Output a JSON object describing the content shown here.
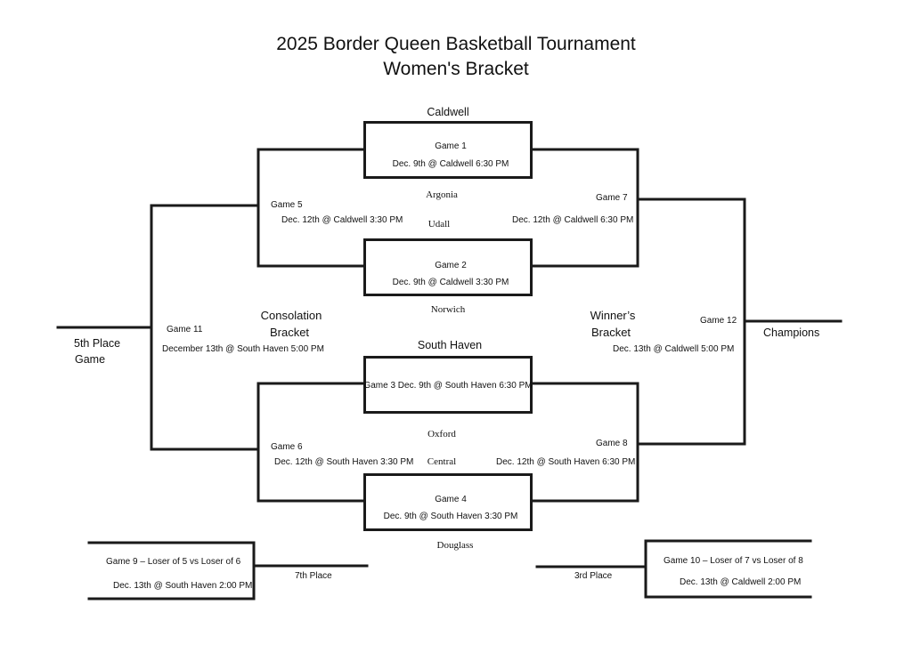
{
  "header": {
    "title_line1": "2025 Border Queen Basketball Tournament",
    "title_line2": "Women's Bracket"
  },
  "teams": {
    "caldwell": "Caldwell",
    "argonia": "Argonia",
    "udall": "Udall",
    "norwich": "Norwich",
    "south_haven": "South Haven",
    "oxford": "Oxford",
    "central": "Central",
    "douglass": "Douglass"
  },
  "games": {
    "game1": {
      "label": "Game 1",
      "detail": "Dec. 9th @ Caldwell 6:30 PM"
    },
    "game2": {
      "label": "Game 2",
      "detail": "Dec. 9th @ Caldwell 3:30 PM"
    },
    "game3": {
      "text": "Game 3 Dec. 9th @ South Haven 6:30 PM"
    },
    "game4": {
      "label": "Game 4",
      "detail": "Dec. 9th @ South Haven 3:30 PM"
    },
    "game5": {
      "label": "Game 5",
      "detail": "Dec. 12th @ Caldwell 3:30 PM"
    },
    "game6": {
      "label": "Game 6",
      "detail": "Dec. 12th @ South Haven 3:30 PM"
    },
    "game7": {
      "label": "Game 7",
      "detail": "Dec. 12th @ Caldwell 6:30 PM"
    },
    "game8": {
      "label": "Game 8",
      "detail": "Dec. 12th @ South Haven 6:30 PM"
    },
    "game9": {
      "label": "Game 9 – Loser of 5 vs Loser of 6",
      "detail": "Dec. 13th @ South Haven 2:00 PM"
    },
    "game10": {
      "label": "Game 10 – Loser of 7 vs Loser of 8",
      "detail": "Dec. 13th @ Caldwell 2:00 PM"
    },
    "game11": {
      "label": "Game 11",
      "detail": "December 13th @ South Haven 5:00 PM"
    },
    "game12": {
      "label": "Game 12",
      "detail": "Dec. 13th @ Caldwell 5:00 PM"
    }
  },
  "brackets": {
    "consolation_line1": "Consolation",
    "consolation_line2": "Bracket",
    "winners_line1": "Winner’s",
    "winners_line2": "Bracket"
  },
  "results": {
    "fifth_line1": "5th Place",
    "fifth_line2": "Game",
    "champions": "Champions",
    "seventh": "7th Place",
    "third": "3rd Place"
  }
}
